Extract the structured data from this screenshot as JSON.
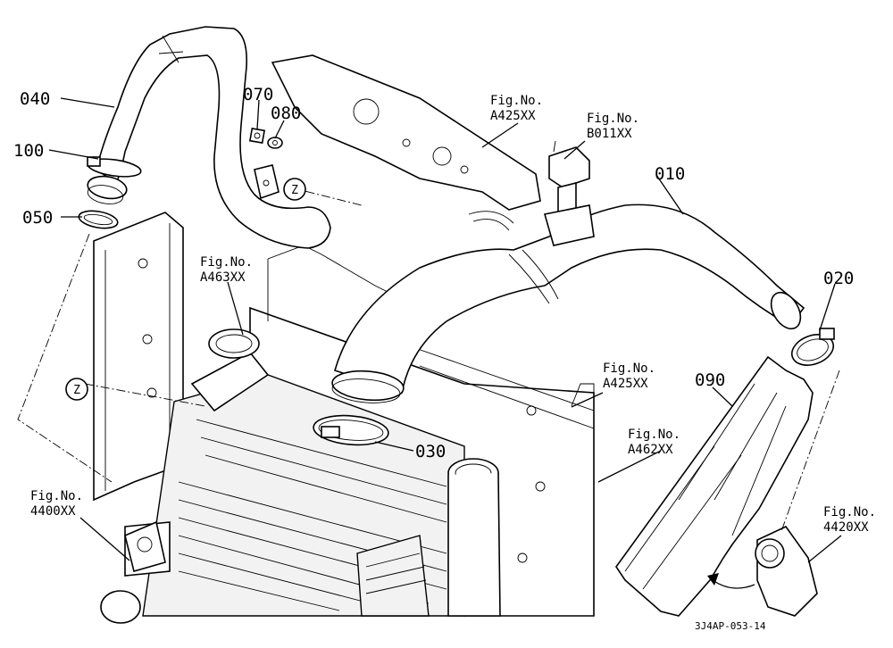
{
  "parts": {
    "p010": "010",
    "p020": "020",
    "p030": "030",
    "p040": "040",
    "p050": "050",
    "p070": "070",
    "p080": "080",
    "p090": "090",
    "p100": "100"
  },
  "figrefs": {
    "fig_label": "Fig.No.",
    "a425_top": "A425XX",
    "b011": "B011XX",
    "a463": "A463XX",
    "a425_mid": "A425XX",
    "a462": "A462XX",
    "f4400": "4400XX",
    "f4420": "4420XX"
  },
  "markers": {
    "z": "Z"
  },
  "drawing_code": "3J4AP-053-14"
}
